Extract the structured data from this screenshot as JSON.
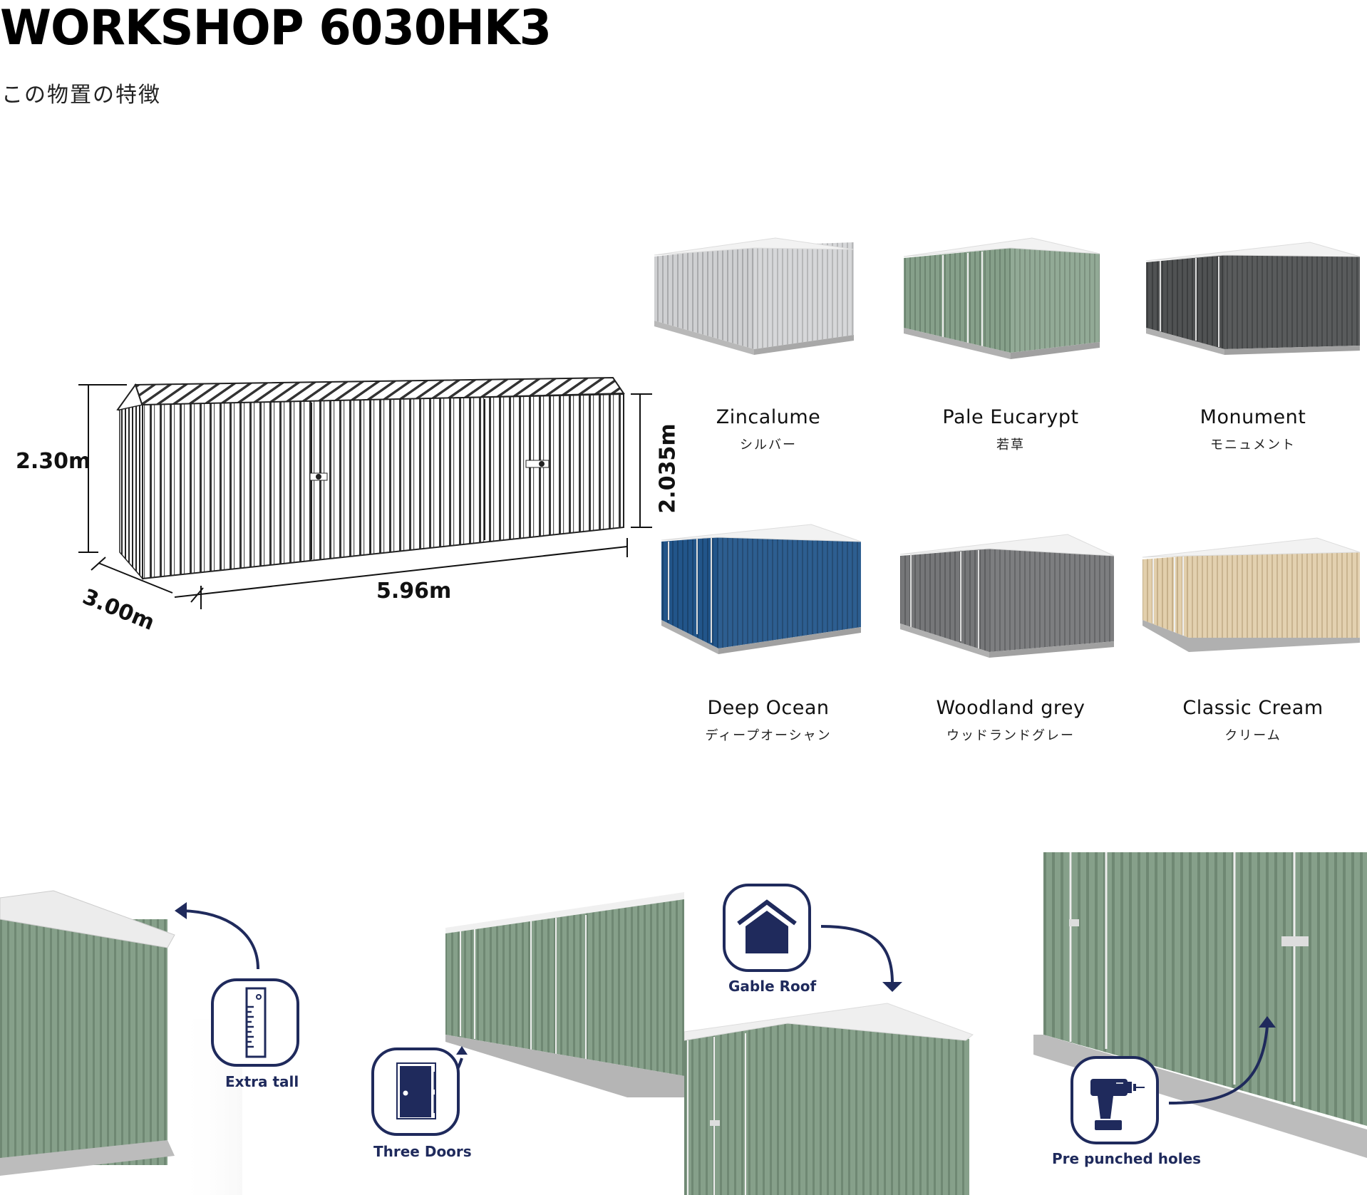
{
  "header": {
    "title": "WORKSHOP 6030HK3",
    "subtitle": "この物置の特徴"
  },
  "dimensions": {
    "height_total": "2.30m",
    "height_wall": "2.035m",
    "depth": "3.00m",
    "length": "5.96m"
  },
  "colors": [
    {
      "name": "Zincalume",
      "name_jp": "シルバー",
      "hex": "#c9cacc"
    },
    {
      "name": "Pale Eucarypt",
      "name_jp": "若草",
      "hex": "#7e9882"
    },
    {
      "name": "Monument",
      "name_jp": "モニュメント",
      "hex": "#4a4c4d"
    },
    {
      "name": "Deep Ocean",
      "name_jp": "ディープオーシャン",
      "hex": "#1f4e7d"
    },
    {
      "name": "Woodland grey",
      "name_jp": "ウッドランドグレー",
      "hex": "#6f7072"
    },
    {
      "name": "Classic Cream",
      "name_jp": "クリーム",
      "hex": "#dcc7a2"
    }
  ],
  "features": [
    {
      "label": "Extra tall",
      "icon": "ruler-icon"
    },
    {
      "label": "Three Doors",
      "icon": "door-icon"
    },
    {
      "label": "Gable Roof",
      "icon": "house-roof-icon"
    },
    {
      "label": "Pre punched holes",
      "icon": "drill-icon"
    }
  ],
  "theme": {
    "accent": "#1f2a5c",
    "shed_green": "#7e9882"
  }
}
